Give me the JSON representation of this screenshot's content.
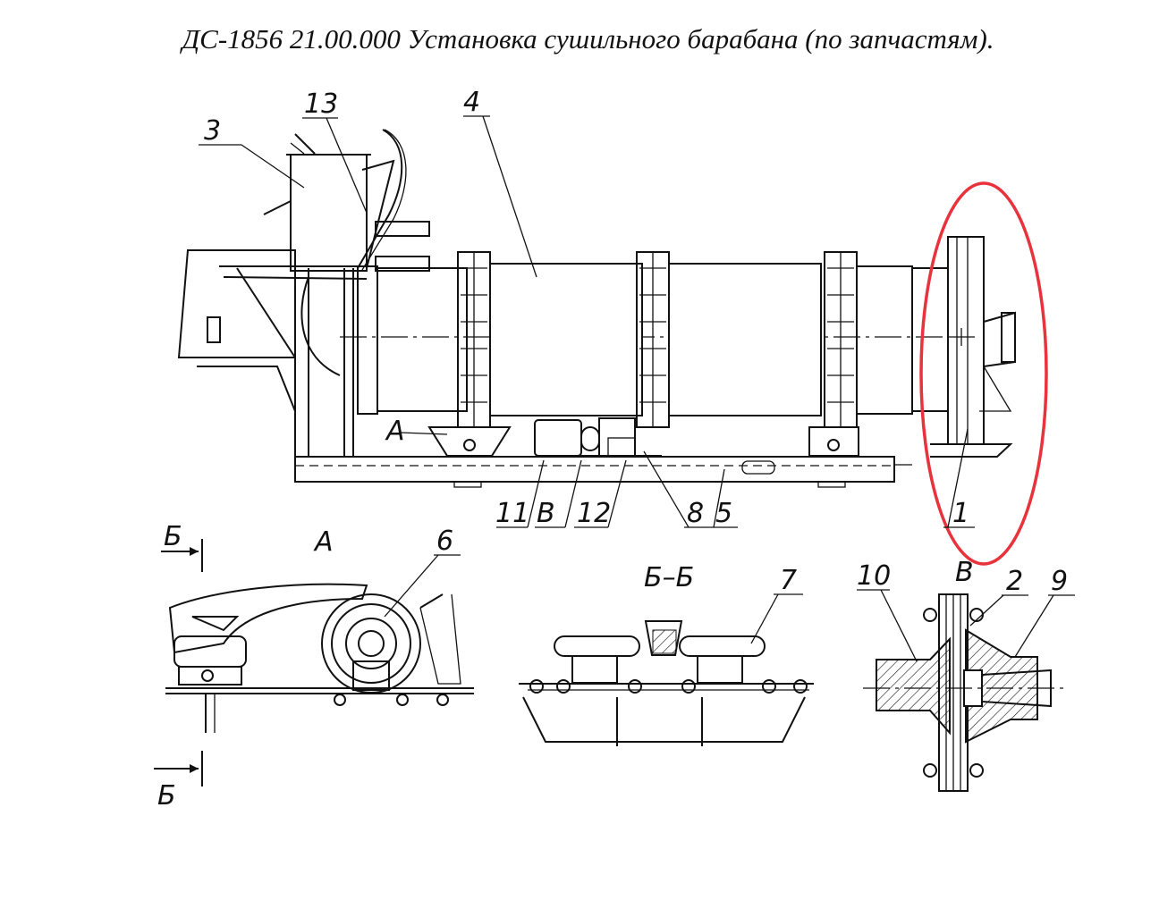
{
  "document": {
    "title": "ДС-1856 21.00.000 Установка сушильного барабана (по запчастям)."
  },
  "callouts": {
    "n1": "1",
    "n2": "2",
    "n3": "3",
    "n4": "4",
    "n5": "5",
    "n6": "6",
    "n7": "7",
    "n8": "8",
    "n9": "9",
    "n10": "10",
    "n11": "11",
    "n12": "12",
    "n13": "13",
    "marker_a": "А",
    "marker_v": "В"
  },
  "views": {
    "view_a": "А",
    "view_bb": "Б–Б",
    "view_v": "В",
    "cut_top": "Б",
    "cut_bottom": "Б"
  },
  "highlight": {
    "color": "#e8323c",
    "target": "1"
  }
}
